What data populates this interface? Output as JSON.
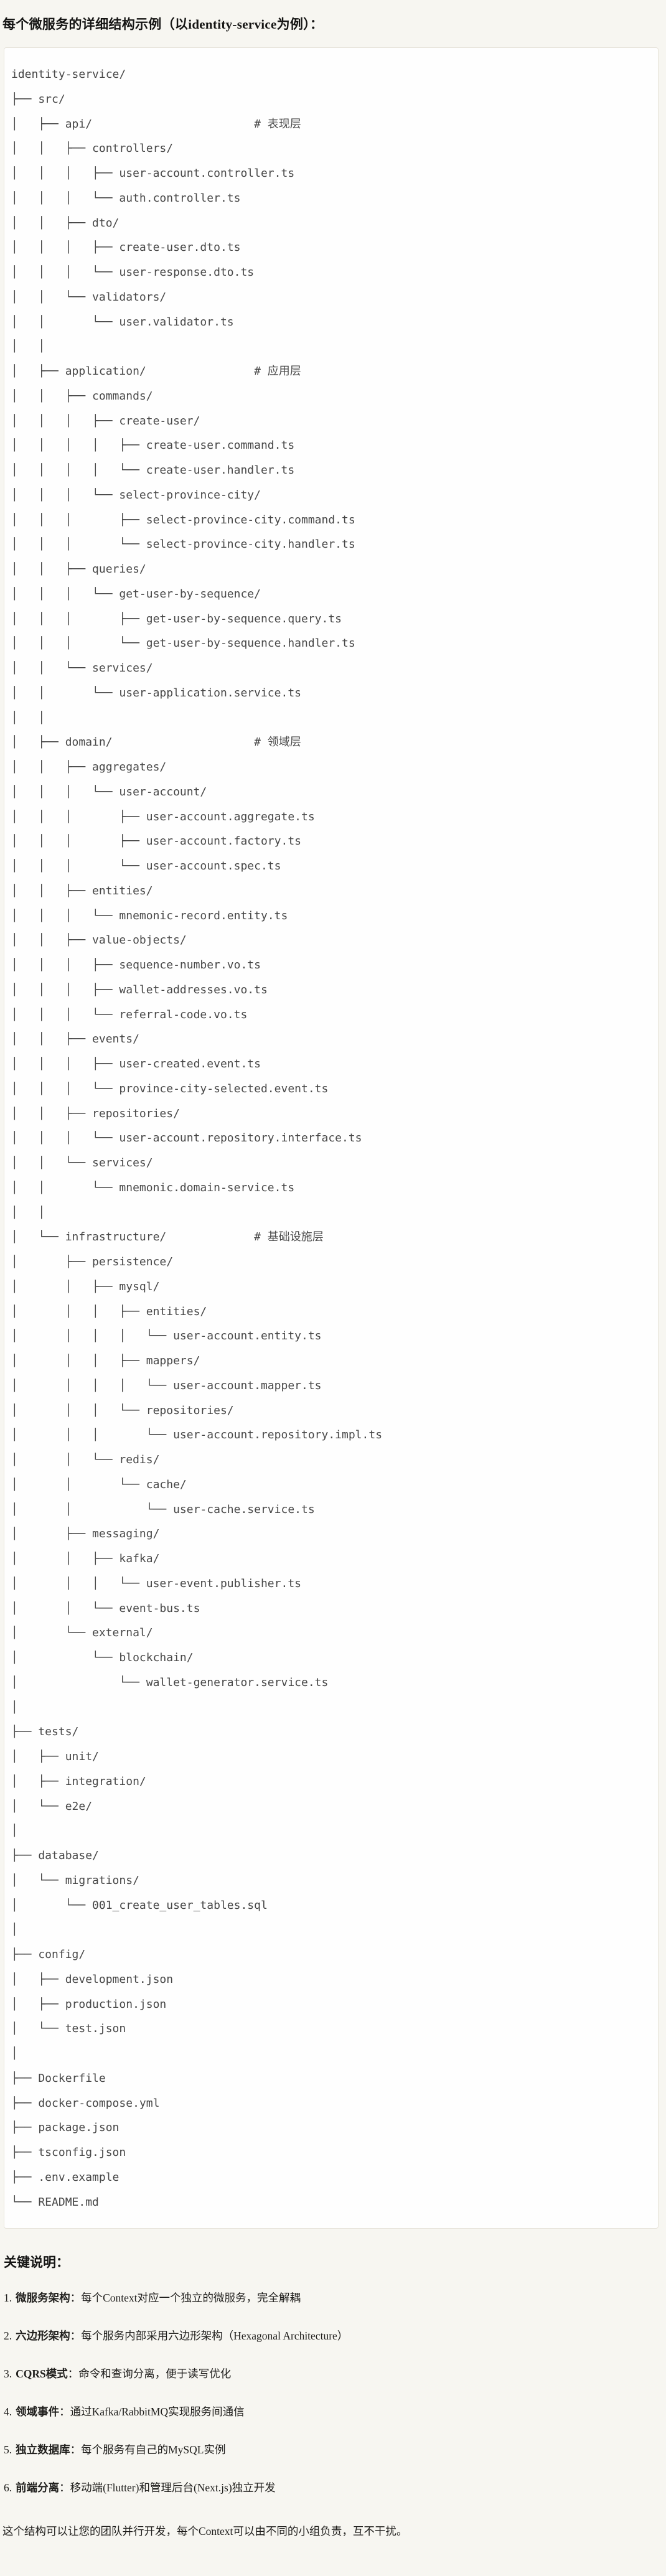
{
  "page": {
    "title": "每个微服务的详细结构示例（以identity-service为例）：",
    "colors": {
      "page_background": "#f7f6f1",
      "code_background": "#fefefe",
      "code_border": "#e6e3da",
      "tree_text": "#474747",
      "body_text": "#1f1e1c"
    }
  },
  "tree": {
    "root": "identity-service/",
    "comments": [
      "# 表现层",
      "# 应用层",
      "# 领域层",
      "# 基础设施层"
    ],
    "lines": [
      "identity-service/",
      "├── src/",
      "│   ├── api/                        # 表现层",
      "│   │   ├── controllers/",
      "│   │   │   ├── user-account.controller.ts",
      "│   │   │   └── auth.controller.ts",
      "│   │   ├── dto/",
      "│   │   │   ├── create-user.dto.ts",
      "│   │   │   └── user-response.dto.ts",
      "│   │   └── validators/",
      "│   │       └── user.validator.ts",
      "│   │",
      "│   ├── application/                # 应用层",
      "│   │   ├── commands/",
      "│   │   │   ├── create-user/",
      "│   │   │   │   ├── create-user.command.ts",
      "│   │   │   │   └── create-user.handler.ts",
      "│   │   │   └── select-province-city/",
      "│   │   │       ├── select-province-city.command.ts",
      "│   │   │       └── select-province-city.handler.ts",
      "│   │   ├── queries/",
      "│   │   │   └── get-user-by-sequence/",
      "│   │   │       ├── get-user-by-sequence.query.ts",
      "│   │   │       └── get-user-by-sequence.handler.ts",
      "│   │   └── services/",
      "│   │       └── user-application.service.ts",
      "│   │",
      "│   ├── domain/                     # 领域层",
      "│   │   ├── aggregates/",
      "│   │   │   └── user-account/",
      "│   │   │       ├── user-account.aggregate.ts",
      "│   │   │       ├── user-account.factory.ts",
      "│   │   │       └── user-account.spec.ts",
      "│   │   ├── entities/",
      "│   │   │   └── mnemonic-record.entity.ts",
      "│   │   ├── value-objects/",
      "│   │   │   ├── sequence-number.vo.ts",
      "│   │   │   ├── wallet-addresses.vo.ts",
      "│   │   │   └── referral-code.vo.ts",
      "│   │   ├── events/",
      "│   │   │   ├── user-created.event.ts",
      "│   │   │   └── province-city-selected.event.ts",
      "│   │   ├── repositories/",
      "│   │   │   └── user-account.repository.interface.ts",
      "│   │   └── services/",
      "│   │       └── mnemonic.domain-service.ts",
      "│   │",
      "│   └── infrastructure/             # 基础设施层",
      "│       ├── persistence/",
      "│       │   ├── mysql/",
      "│       │   │   ├── entities/",
      "│       │   │   │   └── user-account.entity.ts",
      "│       │   │   ├── mappers/",
      "│       │   │   │   └── user-account.mapper.ts",
      "│       │   │   └── repositories/",
      "│       │   │       └── user-account.repository.impl.ts",
      "│       │   └── redis/",
      "│       │       └── cache/",
      "│       │           └── user-cache.service.ts",
      "│       ├── messaging/",
      "│       │   ├── kafka/",
      "│       │   │   └── user-event.publisher.ts",
      "│       │   └── event-bus.ts",
      "│       └── external/",
      "│           └── blockchain/",
      "│               └── wallet-generator.service.ts",
      "│",
      "├── tests/",
      "│   ├── unit/",
      "│   ├── integration/",
      "│   └── e2e/",
      "│",
      "├── database/",
      "│   └── migrations/",
      "│       └── 001_create_user_tables.sql",
      "│",
      "├── config/",
      "│   ├── development.json",
      "│   ├── production.json",
      "│   └── test.json",
      "│",
      "├── Dockerfile",
      "├── docker-compose.yml",
      "├── package.json",
      "├── tsconfig.json",
      "├── .env.example",
      "└── README.md"
    ]
  },
  "notes": {
    "heading": "关键说明：",
    "items": [
      {
        "num": "1.",
        "label": "微服务架构",
        "text": "：每个Context对应一个独立的微服务，完全解耦"
      },
      {
        "num": "2.",
        "label": "六边形架构",
        "text": "：每个服务内部采用六边形架构（Hexagonal Architecture）"
      },
      {
        "num": "3.",
        "label": "CQRS模式",
        "text": "：命令和查询分离，便于读写优化"
      },
      {
        "num": "4.",
        "label": "领域事件",
        "text": "：通过Kafka/RabbitMQ实现服务间通信"
      },
      {
        "num": "5.",
        "label": "独立数据库",
        "text": "：每个服务有自己的MySQL实例"
      },
      {
        "num": "6.",
        "label": "前端分离",
        "text": "：移动端(Flutter)和管理后台(Next.js)独立开发"
      }
    ],
    "footer": "这个结构可以让您的团队并行开发，每个Context可以由不同的小组负责，互不干扰。"
  }
}
